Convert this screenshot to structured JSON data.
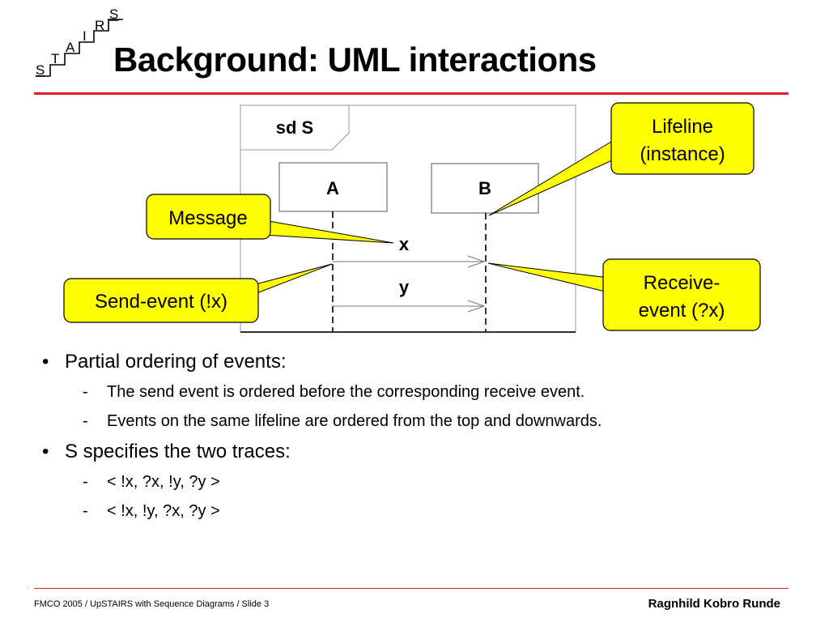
{
  "logo": {
    "letters": [
      "S",
      "T",
      "A",
      "I",
      "R",
      "S"
    ]
  },
  "title": "Background: UML interactions",
  "diagram": {
    "frame_label": "sd S",
    "lifeline_a": "A",
    "lifeline_b": "B",
    "message_x": "x",
    "message_y": "y",
    "callout_lifeline": [
      "Lifeline",
      "(instance)"
    ],
    "callout_message": "Message",
    "callout_send": "Send-event (!x)",
    "callout_receive": [
      "Receive-",
      "event (?x)"
    ],
    "callout_fill": "#ffff00"
  },
  "bullets": [
    {
      "text": "Partial ordering of events:",
      "sub": [
        "The send event is ordered before the corresponding receive event.",
        "Events on the same lifeline are ordered from the top and downwards."
      ]
    },
    {
      "text": "S specifies the two traces:",
      "sub": [
        "< !x, ?x, !y, ?y >",
        "< !x, !y, ?x, ?y >"
      ]
    }
  ],
  "footer": {
    "left": "FMCO 2005 / UpSTAIRS with Sequence Diagrams / Slide 3",
    "right": "Ragnhild Kobro Runde"
  },
  "colors": {
    "accent": "#e8202a",
    "callout": "#ffff00"
  }
}
